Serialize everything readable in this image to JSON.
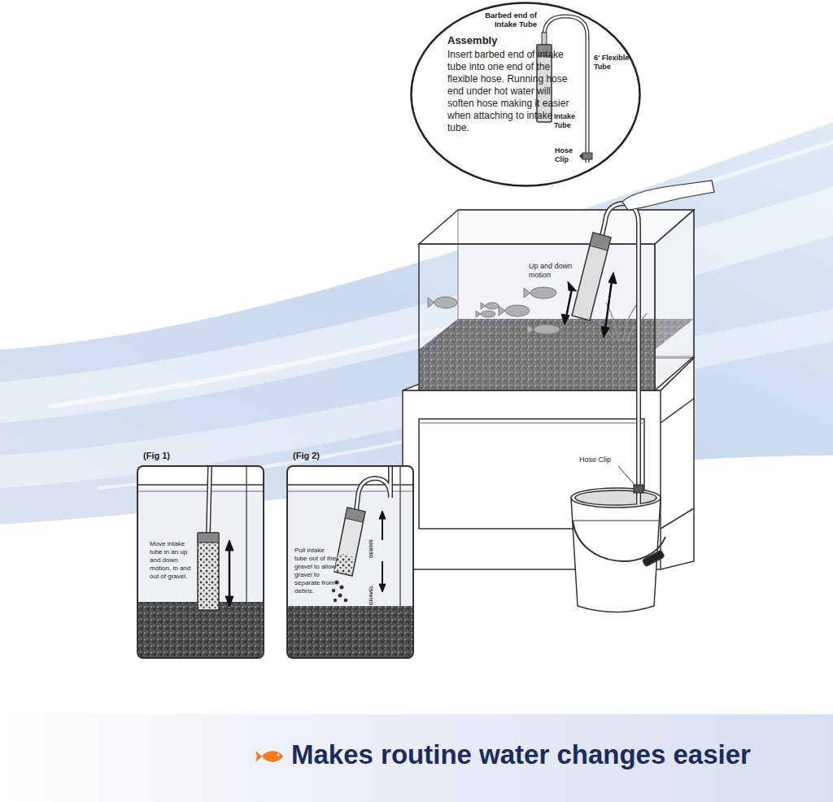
{
  "diagram": {
    "nodes": [
      {
        "text": [
          "Assembly",
          "Insert barbed end of intake tube into one end of the flexible hose. Running hose end under hot water will soften hose making it easier when attaching to intake tube."
        ]
      },
      {
        "text": [
          "(Fig 1)",
          "Move intake tube in an up and down motion, in and out of gravel."
        ]
      },
      {
        "text": [
          "(Fig 2)",
          "Pull intake tube out of the gravel to allow gravel to separate from debris."
        ]
      },
      {
        "text": [
          "Makes routine water changes easier"
        ]
      }
    ],
    "labels": [
      "Barbed end of Intake Tube",
      "6' Flexible Tube",
      "Intake Tube",
      "Hose Clip",
      "Up and down motion",
      "Hose Clip",
      "DEBRIS",
      "GRAVEL"
    ]
  }
}
